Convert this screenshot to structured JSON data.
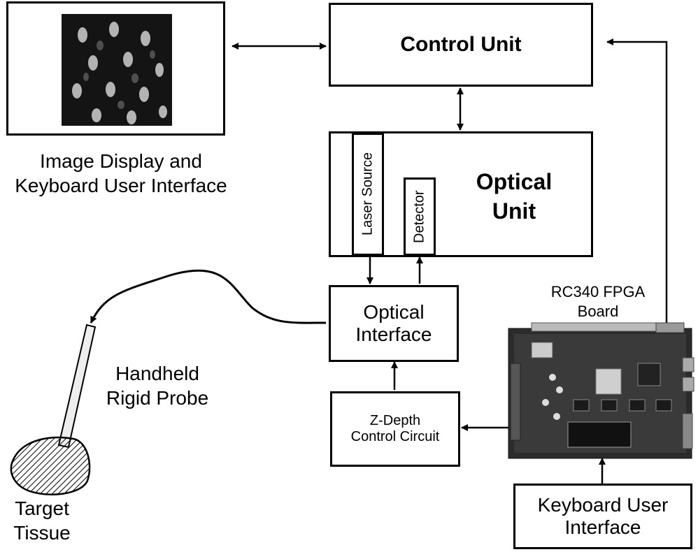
{
  "control_unit": {
    "label": "Control Unit"
  },
  "optical_unit": {
    "label_line1": "Optical",
    "label_line2": "Unit"
  },
  "laser_source": {
    "label": "Laser Source"
  },
  "detector": {
    "label": "Detector"
  },
  "optical_interface": {
    "label_line1": "Optical",
    "label_line2": "Interface"
  },
  "zdepth": {
    "label_line1": "Z-Depth",
    "label_line2": "Control Circuit"
  },
  "fpga": {
    "label_line1": "RC340 FPGA",
    "label_line2": "Board"
  },
  "keyboard": {
    "label_line1": "Keyboard User",
    "label_line2": "Interface"
  },
  "display": {
    "label_line1": "Image Display and",
    "label_line2": "Keyboard User Interface"
  },
  "probe": {
    "label_line1": "Handheld",
    "label_line2": "Rigid Probe"
  },
  "tissue": {
    "label_line1": "Target",
    "label_line2": "Tissue"
  }
}
